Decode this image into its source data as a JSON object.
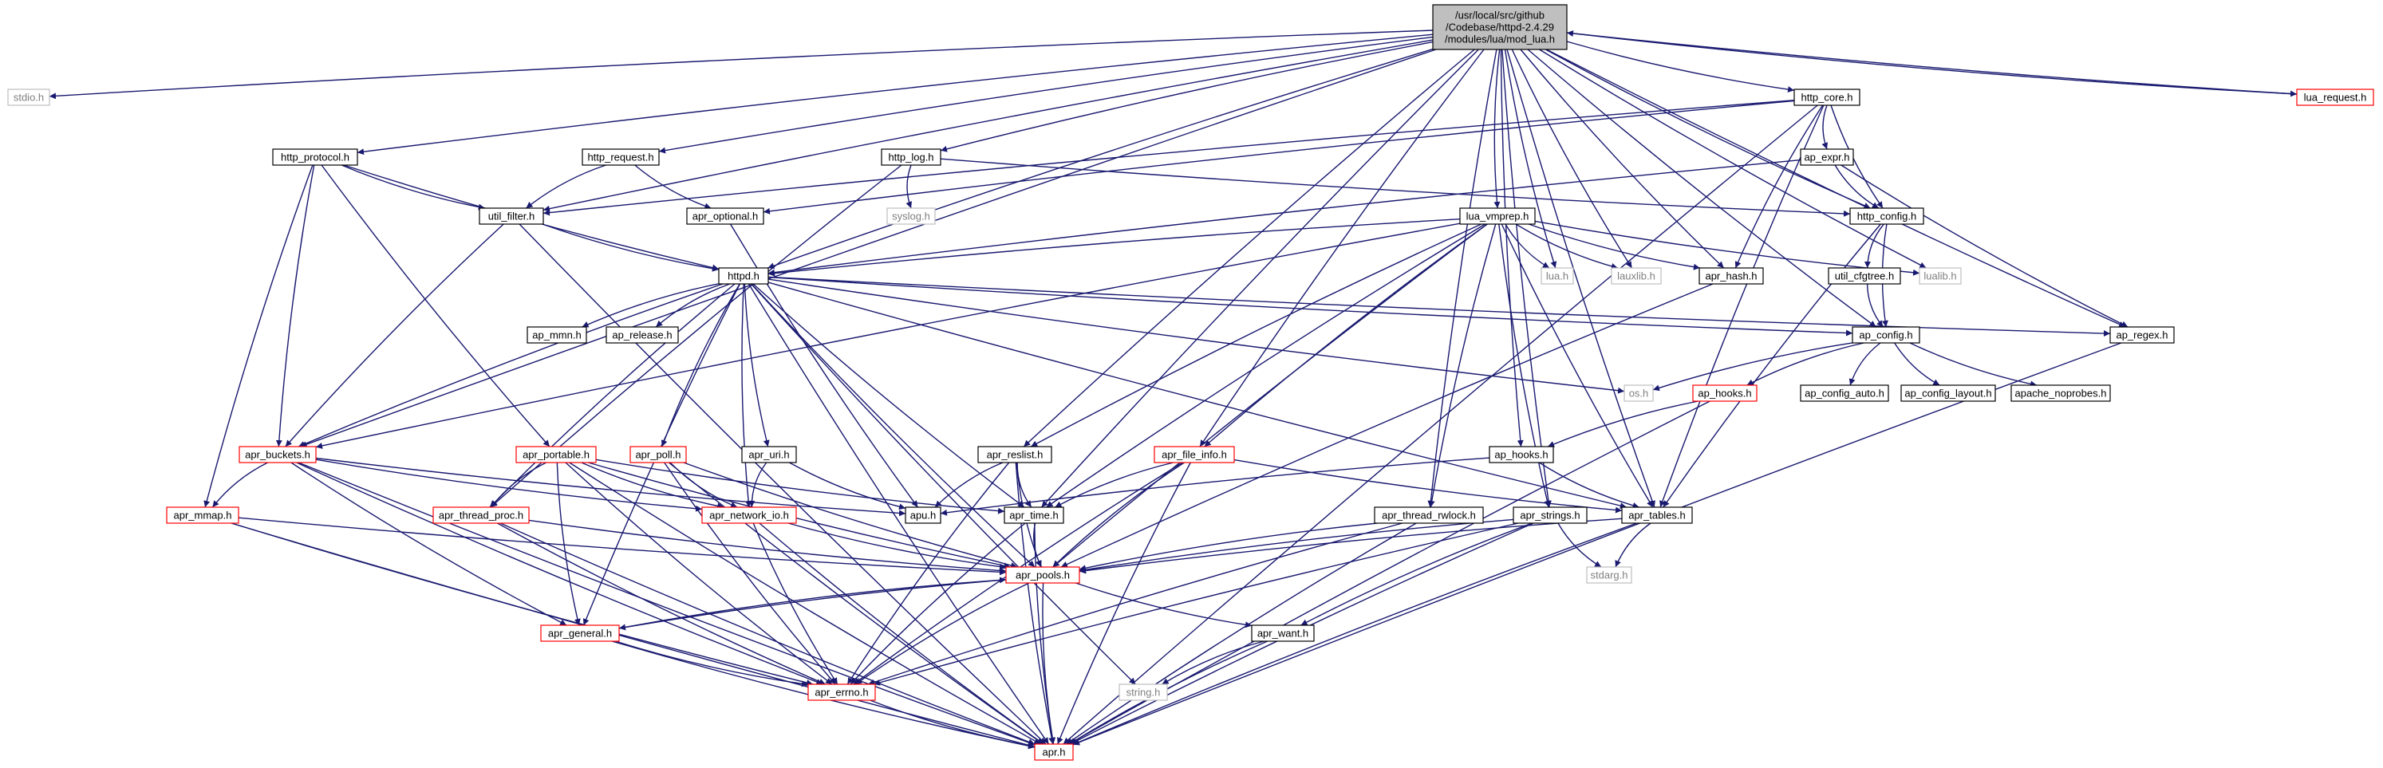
{
  "diagram": {
    "kind": "include-dependency-graph",
    "colors": {
      "edge": "#191970",
      "root_fill": "#bfbfbf",
      "normal_border": "#000000",
      "truncated_border": "#ff0000",
      "external_border": "#bfbfbf",
      "external_text": "#808080"
    },
    "nodes": [
      {
        "id": "mod_lua",
        "lines": [
          "/usr/local/src/github",
          "/Codebase/httpd-2.4.29",
          "/modules/lua/mod_lua.h"
        ],
        "style": "root"
      },
      {
        "id": "stdio",
        "lines": [
          "stdio.h"
        ],
        "style": "external"
      },
      {
        "id": "lua_request",
        "lines": [
          "lua_request.h"
        ],
        "style": "truncated"
      },
      {
        "id": "http_core",
        "lines": [
          "http_core.h"
        ],
        "style": "normal"
      },
      {
        "id": "http_protocol",
        "lines": [
          "http_protocol.h"
        ],
        "style": "normal"
      },
      {
        "id": "http_request",
        "lines": [
          "http_request.h"
        ],
        "style": "normal"
      },
      {
        "id": "http_log",
        "lines": [
          "http_log.h"
        ],
        "style": "normal"
      },
      {
        "id": "ap_expr",
        "lines": [
          "ap_expr.h"
        ],
        "style": "normal"
      },
      {
        "id": "util_filter",
        "lines": [
          "util_filter.h"
        ],
        "style": "normal"
      },
      {
        "id": "apr_optional",
        "lines": [
          "apr_optional.h"
        ],
        "style": "normal"
      },
      {
        "id": "syslog",
        "lines": [
          "syslog.h"
        ],
        "style": "external"
      },
      {
        "id": "http_config",
        "lines": [
          "http_config.h"
        ],
        "style": "normal"
      },
      {
        "id": "lua_vmprep",
        "lines": [
          "lua_vmprep.h"
        ],
        "style": "normal"
      },
      {
        "id": "httpd",
        "lines": [
          "httpd.h"
        ],
        "style": "normal"
      },
      {
        "id": "lua",
        "lines": [
          "lua.h"
        ],
        "style": "external"
      },
      {
        "id": "lauxlib",
        "lines": [
          "lauxlib.h"
        ],
        "style": "external"
      },
      {
        "id": "apr_hash",
        "lines": [
          "apr_hash.h"
        ],
        "style": "normal"
      },
      {
        "id": "lualib",
        "lines": [
          "lualib.h"
        ],
        "style": "external"
      },
      {
        "id": "util_cfgtree",
        "lines": [
          "util_cfgtree.h"
        ],
        "style": "normal"
      },
      {
        "id": "ap_mmn",
        "lines": [
          "ap_mmn.h"
        ],
        "style": "normal"
      },
      {
        "id": "ap_release",
        "lines": [
          "ap_release.h"
        ],
        "style": "normal"
      },
      {
        "id": "ap_config",
        "lines": [
          "ap_config.h"
        ],
        "style": "normal"
      },
      {
        "id": "ap_regex",
        "lines": [
          "ap_regex.h"
        ],
        "style": "normal"
      },
      {
        "id": "os",
        "lines": [
          "os.h"
        ],
        "style": "external"
      },
      {
        "id": "ap_hooks_red",
        "lines": [
          "ap_hooks.h"
        ],
        "style": "truncated"
      },
      {
        "id": "ap_config_auto",
        "lines": [
          "ap_config_auto.h"
        ],
        "style": "normal"
      },
      {
        "id": "ap_config_layout",
        "lines": [
          "ap_config_layout.h"
        ],
        "style": "normal"
      },
      {
        "id": "apache_noprobes",
        "lines": [
          "apache_noprobes.h"
        ],
        "style": "normal"
      },
      {
        "id": "apr_buckets",
        "lines": [
          "apr_buckets.h"
        ],
        "style": "truncated"
      },
      {
        "id": "apr_portable",
        "lines": [
          "apr_portable.h"
        ],
        "style": "truncated"
      },
      {
        "id": "apr_poll",
        "lines": [
          "apr_poll.h"
        ],
        "style": "truncated"
      },
      {
        "id": "apr_uri",
        "lines": [
          "apr_uri.h"
        ],
        "style": "normal"
      },
      {
        "id": "apr_reslist",
        "lines": [
          "apr_reslist.h"
        ],
        "style": "normal"
      },
      {
        "id": "apr_file_info",
        "lines": [
          "apr_file_info.h"
        ],
        "style": "truncated"
      },
      {
        "id": "ap_hooks",
        "lines": [
          "ap_hooks.h"
        ],
        "style": "normal"
      },
      {
        "id": "apr_mmap",
        "lines": [
          "apr_mmap.h"
        ],
        "style": "truncated"
      },
      {
        "id": "apr_thread_proc",
        "lines": [
          "apr_thread_proc.h"
        ],
        "style": "truncated"
      },
      {
        "id": "apr_network_io",
        "lines": [
          "apr_network_io.h"
        ],
        "style": "truncated"
      },
      {
        "id": "apu",
        "lines": [
          "apu.h"
        ],
        "style": "normal"
      },
      {
        "id": "apr_time",
        "lines": [
          "apr_time.h"
        ],
        "style": "normal"
      },
      {
        "id": "apr_thread_rwlock",
        "lines": [
          "apr_thread_rwlock.h"
        ],
        "style": "normal"
      },
      {
        "id": "apr_strings",
        "lines": [
          "apr_strings.h"
        ],
        "style": "normal"
      },
      {
        "id": "apr_tables",
        "lines": [
          "apr_tables.h"
        ],
        "style": "normal"
      },
      {
        "id": "apr_pools",
        "lines": [
          "apr_pools.h"
        ],
        "style": "truncated"
      },
      {
        "id": "stdarg",
        "lines": [
          "stdarg.h"
        ],
        "style": "external"
      },
      {
        "id": "apr_general",
        "lines": [
          "apr_general.h"
        ],
        "style": "truncated"
      },
      {
        "id": "apr_want",
        "lines": [
          "apr_want.h"
        ],
        "style": "normal"
      },
      {
        "id": "string",
        "lines": [
          "string.h"
        ],
        "style": "external"
      },
      {
        "id": "apr_errno",
        "lines": [
          "apr_errno.h"
        ],
        "style": "truncated"
      },
      {
        "id": "apr",
        "lines": [
          "apr.h"
        ],
        "style": "truncated"
      }
    ],
    "edges": [
      [
        "mod_lua",
        "stdio"
      ],
      [
        "mod_lua",
        "lua_request"
      ],
      [
        "lua_request",
        "mod_lua"
      ],
      [
        "mod_lua",
        "http_core"
      ],
      [
        "mod_lua",
        "http_protocol"
      ],
      [
        "mod_lua",
        "http_request"
      ],
      [
        "mod_lua",
        "http_log"
      ],
      [
        "mod_lua",
        "util_filter"
      ],
      [
        "mod_lua",
        "httpd"
      ],
      [
        "mod_lua",
        "http_config"
      ],
      [
        "mod_lua",
        "lua_vmprep"
      ],
      [
        "mod_lua",
        "lua"
      ],
      [
        "mod_lua",
        "lauxlib"
      ],
      [
        "mod_lua",
        "lualib"
      ],
      [
        "mod_lua",
        "apr_hash"
      ],
      [
        "mod_lua",
        "ap_config"
      ],
      [
        "mod_lua",
        "ap_regex"
      ],
      [
        "mod_lua",
        "apr_buckets"
      ],
      [
        "mod_lua",
        "apr_reslist"
      ],
      [
        "mod_lua",
        "apr_file_info"
      ],
      [
        "mod_lua",
        "ap_hooks"
      ],
      [
        "mod_lua",
        "apr_time"
      ],
      [
        "mod_lua",
        "apr_thread_rwlock"
      ],
      [
        "mod_lua",
        "apr_strings"
      ],
      [
        "mod_lua",
        "apr_tables"
      ],
      [
        "http_core",
        "util_filter"
      ],
      [
        "http_core",
        "apr_optional"
      ],
      [
        "http_core",
        "ap_expr"
      ],
      [
        "http_core",
        "http_config"
      ],
      [
        "http_core",
        "apr_hash"
      ],
      [
        "http_core",
        "apr_tables"
      ],
      [
        "http_core",
        "apr"
      ],
      [
        "ap_expr",
        "httpd"
      ],
      [
        "ap_expr",
        "http_config"
      ],
      [
        "ap_expr",
        "ap_regex"
      ],
      [
        "http_protocol",
        "util_filter"
      ],
      [
        "http_protocol",
        "httpd"
      ],
      [
        "http_protocol",
        "apr_buckets"
      ],
      [
        "http_protocol",
        "apr_portable"
      ],
      [
        "http_protocol",
        "apr_mmap"
      ],
      [
        "http_request",
        "util_filter"
      ],
      [
        "http_request",
        "apr_optional"
      ],
      [
        "http_log",
        "syslog"
      ],
      [
        "http_log",
        "http_config"
      ],
      [
        "http_log",
        "apr_thread_proc"
      ],
      [
        "util_filter",
        "httpd"
      ],
      [
        "util_filter",
        "apr_buckets"
      ],
      [
        "util_filter",
        "apr"
      ],
      [
        "apr_optional",
        "apu"
      ],
      [
        "http_config",
        "util_cfgtree"
      ],
      [
        "http_config",
        "ap_config"
      ],
      [
        "http_config",
        "apr_tables"
      ],
      [
        "util_cfgtree",
        "ap_config"
      ],
      [
        "lua_vmprep",
        "httpd"
      ],
      [
        "lua_vmprep",
        "lua"
      ],
      [
        "lua_vmprep",
        "lauxlib"
      ],
      [
        "lua_vmprep",
        "lualib"
      ],
      [
        "lua_vmprep",
        "apr_hash"
      ],
      [
        "lua_vmprep",
        "apr_buckets"
      ],
      [
        "lua_vmprep",
        "apr_reslist"
      ],
      [
        "lua_vmprep",
        "apr_file_info"
      ],
      [
        "lua_vmprep",
        "apr_time"
      ],
      [
        "lua_vmprep",
        "apr_pools"
      ],
      [
        "lua_vmprep",
        "apr_thread_rwlock"
      ],
      [
        "lua_vmprep",
        "apr_strings"
      ],
      [
        "lua_vmprep",
        "apr_tables"
      ],
      [
        "httpd",
        "ap_config"
      ],
      [
        "httpd",
        "ap_mmn"
      ],
      [
        "httpd",
        "ap_release"
      ],
      [
        "httpd",
        "ap_regex"
      ],
      [
        "httpd",
        "os"
      ],
      [
        "httpd",
        "apr_buckets"
      ],
      [
        "httpd",
        "apr_poll"
      ],
      [
        "httpd",
        "apr_uri"
      ],
      [
        "httpd",
        "apr_network_io"
      ],
      [
        "httpd",
        "apr_thread_proc"
      ],
      [
        "httpd",
        "apr_general"
      ],
      [
        "httpd",
        "apr_pools"
      ],
      [
        "httpd",
        "apr_time"
      ],
      [
        "httpd",
        "apr_tables"
      ],
      [
        "httpd",
        "string"
      ],
      [
        "httpd",
        "apr"
      ],
      [
        "apr_hash",
        "apr_pools"
      ],
      [
        "ap_config",
        "os"
      ],
      [
        "ap_config",
        "ap_hooks_red"
      ],
      [
        "ap_config",
        "ap_config_auto"
      ],
      [
        "ap_config",
        "ap_config_layout"
      ],
      [
        "ap_config",
        "apache_noprobes"
      ],
      [
        "ap_hooks_red",
        "ap_hooks"
      ],
      [
        "ap_hooks_red",
        "apr"
      ],
      [
        "ap_regex",
        "apr"
      ],
      [
        "apr_buckets",
        "apr_mmap"
      ],
      [
        "apr_buckets",
        "apr_network_io"
      ],
      [
        "apr_buckets",
        "apr_errno"
      ],
      [
        "apr_buckets",
        "apr_general"
      ],
      [
        "apr_buckets",
        "apu"
      ],
      [
        "apr_buckets",
        "apr"
      ],
      [
        "apr_portable",
        "apr_thread_proc"
      ],
      [
        "apr_portable",
        "apr_network_io"
      ],
      [
        "apr_portable",
        "apr_pools"
      ],
      [
        "apr_portable",
        "apr_general"
      ],
      [
        "apr_portable",
        "apr_errno"
      ],
      [
        "apr_portable",
        "apr_time"
      ],
      [
        "apr_portable",
        "apr"
      ],
      [
        "apr_poll",
        "apr_network_io"
      ],
      [
        "apr_poll",
        "apr_pools"
      ],
      [
        "apr_poll",
        "apr_errno"
      ],
      [
        "apr_poll",
        "apr"
      ],
      [
        "apr_uri",
        "apr_network_io"
      ],
      [
        "apr_uri",
        "apu"
      ],
      [
        "apr_reslist",
        "apu"
      ],
      [
        "apr_reslist",
        "apr_time"
      ],
      [
        "apr_reslist",
        "apr_pools"
      ],
      [
        "apr_reslist",
        "apr_errno"
      ],
      [
        "apr_reslist",
        "apr"
      ],
      [
        "apr_file_info",
        "apr_time"
      ],
      [
        "apr_file_info",
        "apr_pools"
      ],
      [
        "apr_file_info",
        "apr_tables"
      ],
      [
        "apr_file_info",
        "apr_errno"
      ],
      [
        "apr_file_info",
        "apr"
      ],
      [
        "ap_hooks",
        "apu"
      ],
      [
        "ap_hooks",
        "apr_tables"
      ],
      [
        "apr_mmap",
        "apr_pools"
      ],
      [
        "apr_mmap",
        "apr_errno"
      ],
      [
        "apr_mmap",
        "apr"
      ],
      [
        "apr_thread_proc",
        "apr_pools"
      ],
      [
        "apr_thread_proc",
        "apr_errno"
      ],
      [
        "apr_thread_proc",
        "apr"
      ],
      [
        "apr_network_io",
        "apr_pools"
      ],
      [
        "apr_network_io",
        "apr_errno"
      ],
      [
        "apr_network_io",
        "apr"
      ],
      [
        "apr_time",
        "apr_pools"
      ],
      [
        "apr_time",
        "apr_errno"
      ],
      [
        "apr_time",
        "apr"
      ],
      [
        "apr_thread_rwlock",
        "apr_pools"
      ],
      [
        "apr_thread_rwlock",
        "apr_errno"
      ],
      [
        "apr_thread_rwlock",
        "apr"
      ],
      [
        "apr_strings",
        "apr_pools"
      ],
      [
        "apr_strings",
        "stdarg"
      ],
      [
        "apr_strings",
        "apr_want"
      ],
      [
        "apr_strings",
        "apr_errno"
      ],
      [
        "apr_strings",
        "apr"
      ],
      [
        "apr_tables",
        "apr_pools"
      ],
      [
        "apr_tables",
        "stdarg"
      ],
      [
        "apr_tables",
        "apr"
      ],
      [
        "apr_pools",
        "apr_general"
      ],
      [
        "apr_general",
        "apr_pools"
      ],
      [
        "apr_pools",
        "apr_errno"
      ],
      [
        "apr_pools",
        "apr_want"
      ],
      [
        "apr_pools",
        "apr"
      ],
      [
        "apr_general",
        "apr_errno"
      ],
      [
        "apr_general",
        "apr"
      ],
      [
        "apr_want",
        "string"
      ],
      [
        "apr_want",
        "apr"
      ],
      [
        "apr_errno",
        "apr"
      ]
    ]
  }
}
